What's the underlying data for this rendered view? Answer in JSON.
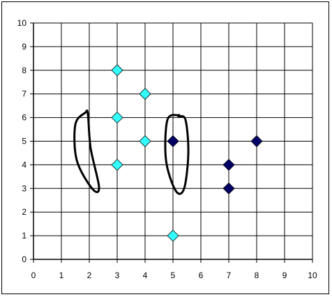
{
  "chart_data": {
    "type": "scatter",
    "title": "",
    "xlabel": "",
    "ylabel": "",
    "xlim": [
      0,
      10
    ],
    "ylim": [
      0,
      10
    ],
    "xticks": [
      "0",
      "1",
      "2",
      "3",
      "4",
      "5",
      "6",
      "7",
      "8",
      "9",
      "10"
    ],
    "yticks": [
      "0",
      "1",
      "2",
      "3",
      "4",
      "5",
      "6",
      "7",
      "8",
      "9",
      "10"
    ],
    "grid": true,
    "legend": "none",
    "marker": "diamond",
    "series": [
      {
        "color": "#33ffff",
        "points": [
          [
            3,
            8
          ],
          [
            3,
            6
          ],
          [
            3,
            4
          ],
          [
            4,
            7
          ],
          [
            4,
            5
          ],
          [
            5,
            1
          ]
        ]
      },
      {
        "color": "#000066",
        "points": [
          [
            5,
            5
          ],
          [
            7,
            4
          ],
          [
            7,
            3
          ],
          [
            8,
            5
          ]
        ]
      }
    ],
    "annotations": {
      "type": "freehand-loops",
      "color": "#000000",
      "loops": [
        {
          "points": [
            [
              1.85,
              6.2
            ],
            [
              1.5,
              5.7
            ],
            [
              1.55,
              4.2
            ],
            [
              2.1,
              3.0
            ],
            [
              2.35,
              3.05
            ],
            [
              2.05,
              4.7
            ],
            [
              1.95,
              6.15
            ]
          ]
        },
        {
          "points": [
            [
              5.2,
              6.1
            ],
            [
              4.8,
              5.9
            ],
            [
              4.75,
              4.2
            ],
            [
              5.1,
              2.9
            ],
            [
              5.4,
              3.0
            ],
            [
              5.55,
              4.5
            ],
            [
              5.45,
              5.9
            ],
            [
              5.2,
              6.05
            ]
          ]
        }
      ]
    }
  }
}
